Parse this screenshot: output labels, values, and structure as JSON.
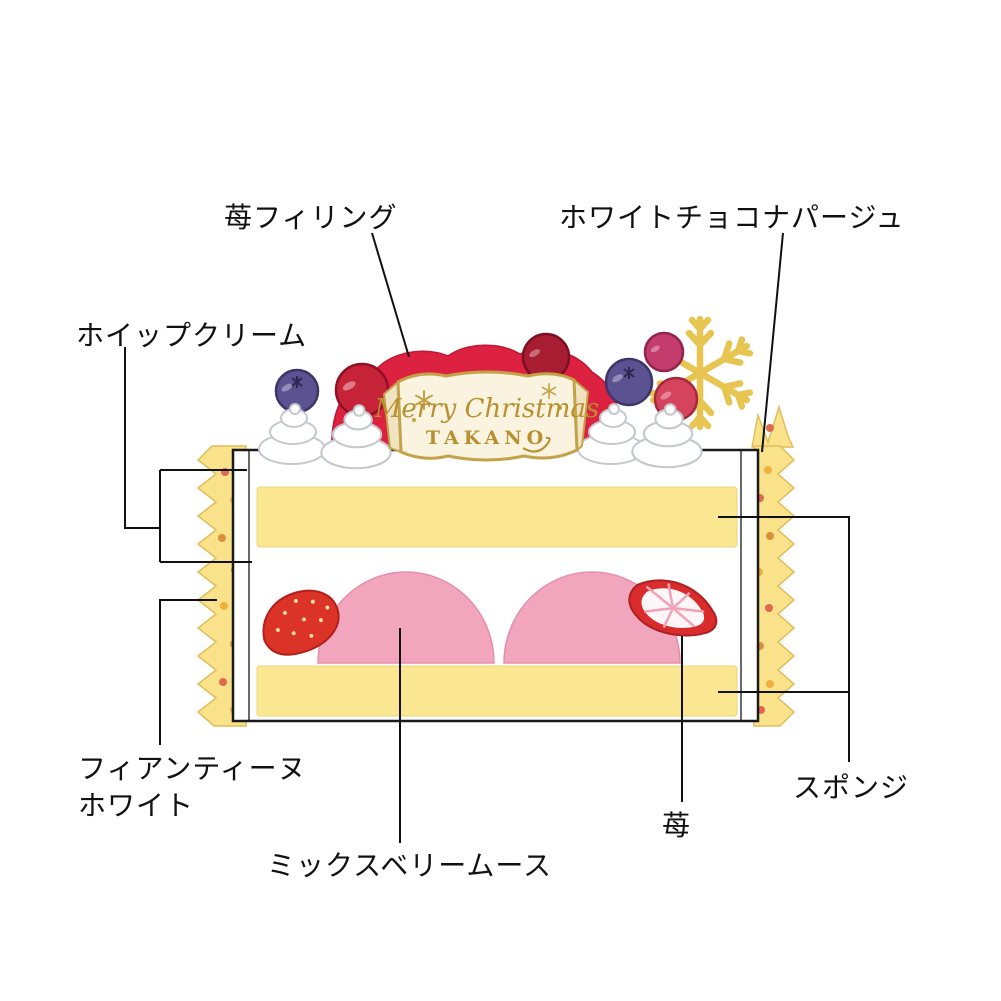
{
  "labels": {
    "strawberry_filling": "苺フィリング",
    "white_choco_nappage": "ホワイトチョコナパージュ",
    "whipped_cream": "ホイップクリーム",
    "feuillantine_line1": "フィアンティーヌ",
    "feuillantine_line2": "ホワイト",
    "mixed_berry_mousse": "ミックスベリームース",
    "strawberry": "苺",
    "sponge": "スポンジ"
  },
  "banner": {
    "line1": "Merry Christmas",
    "line2": "TAKANO"
  },
  "colors": {
    "sponge_yellow": "#FBE792",
    "mousse_pink": "#F2A6BE",
    "glaze_red": "#DD2140",
    "wrapper_yellow": "#F9E289",
    "gold_accent": "#E7C550",
    "banner_gold": "#C4A247",
    "banner_cream": "#F9F3E0",
    "blueberry_purple": "#5C5191",
    "berry_red": "#C62339",
    "strawberry_red": "#DB3328",
    "line_black": "#111111"
  }
}
